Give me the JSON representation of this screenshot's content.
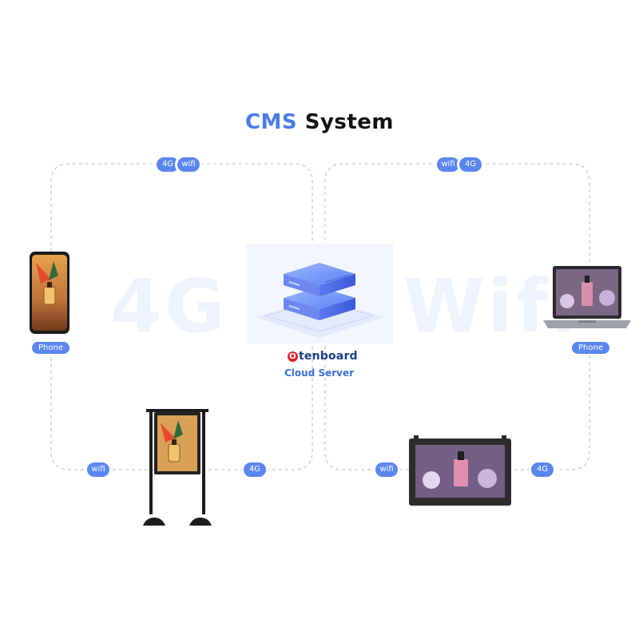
{
  "title": {
    "part1": "CMS",
    "part2": "System"
  },
  "watermarks": {
    "left": "4G",
    "right": "Wifi"
  },
  "server": {
    "brand_mark": "O",
    "brand_rest": "tenboard",
    "label": "Cloud Server"
  },
  "connections": {
    "top_left": [
      "4G",
      "wifi"
    ],
    "top_right": [
      "wifi",
      "4G"
    ],
    "bottom_left": [
      "wifi",
      "4G"
    ],
    "bottom_right": [
      "wifi",
      "4G"
    ]
  },
  "devices": {
    "left_label": "Phone",
    "right_label": "Phone"
  },
  "colors": {
    "accent": "#5b86f0",
    "title_accent": "#4a7be8",
    "brand_red": "#d8262b",
    "brand_navy": "#1b3f8c",
    "dashed_line": "#c9c9c9"
  }
}
